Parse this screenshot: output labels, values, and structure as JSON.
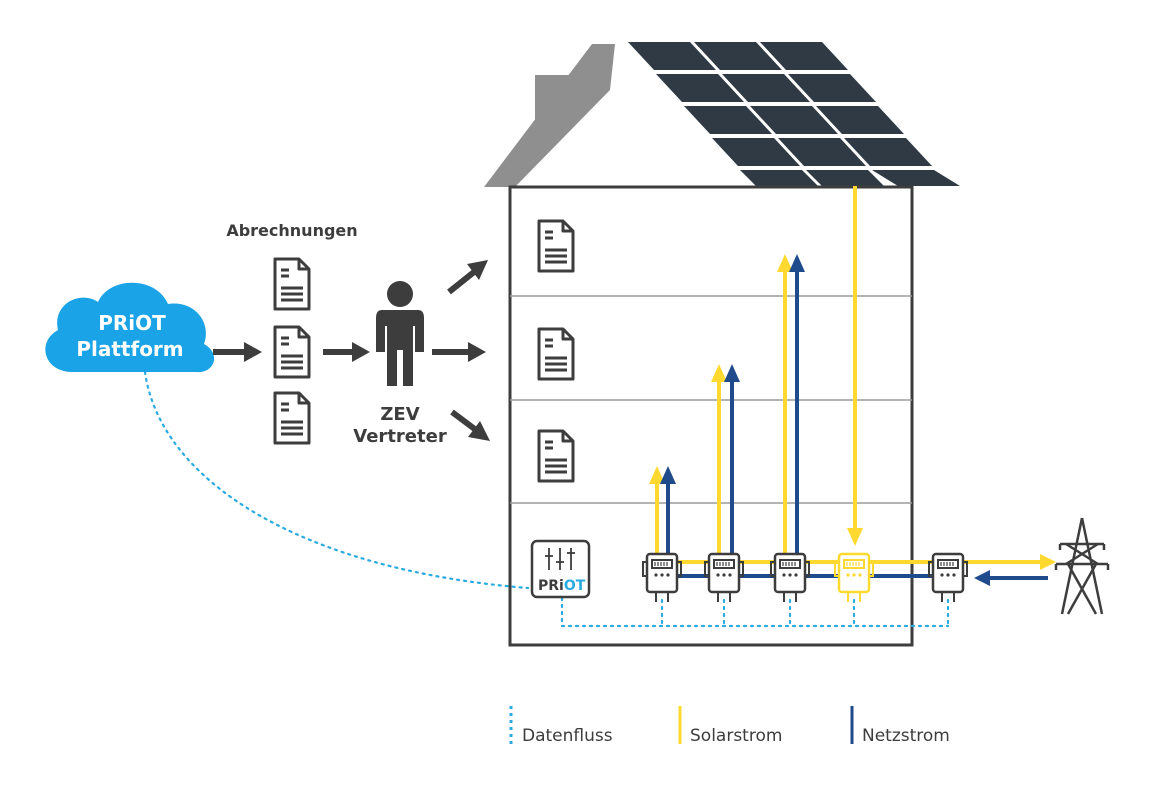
{
  "colors": {
    "dark": "#3d3d3d",
    "roof": "#8f8f8f",
    "panel": "#2f3a44",
    "cloud": "#1aa3e6",
    "solar": "#ffd92f",
    "grid": "#1f4a8c",
    "data": "#29abe2",
    "divider": "#9a9a9a"
  },
  "cloud": {
    "line1": "PRiOT",
    "line2": "Plattform"
  },
  "billing": {
    "title": "Abrechnungen"
  },
  "person": {
    "line1": "ZEV",
    "line2": "Vertreter"
  },
  "device": {
    "brand_left": "PRi",
    "brand_right": "OT"
  },
  "legend": {
    "data_label": "Datenfluss",
    "solar_label": "Solarstrom",
    "grid_label": "Netzstrom"
  }
}
